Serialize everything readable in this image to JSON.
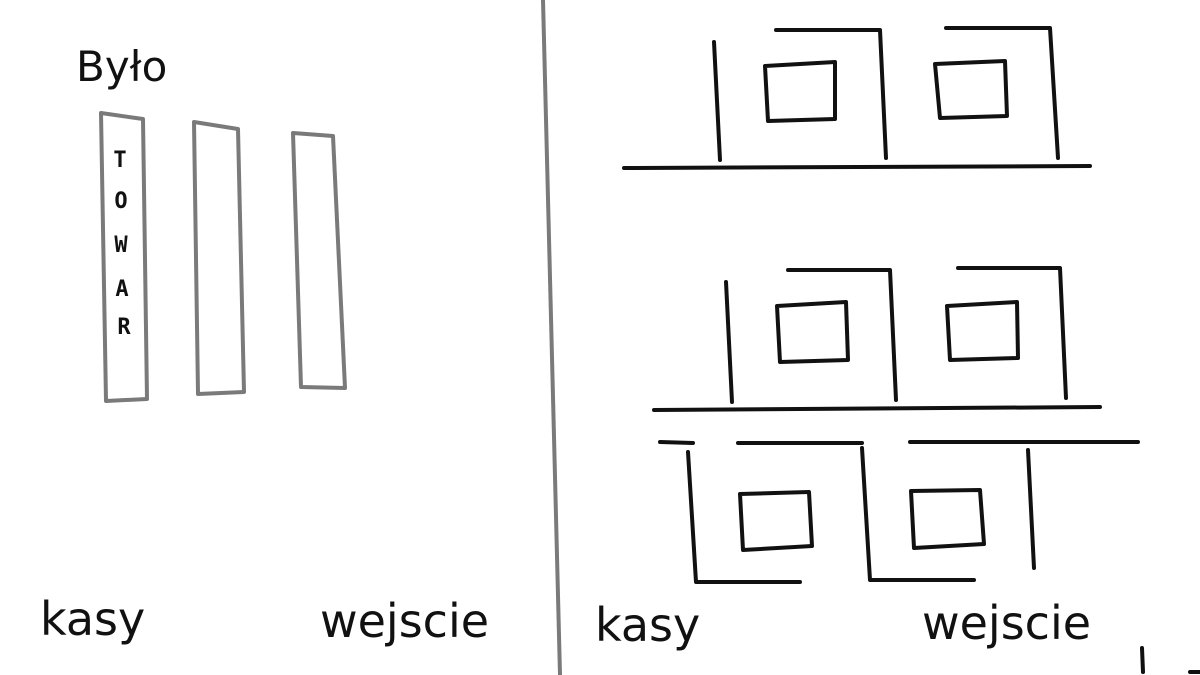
{
  "labels": {
    "before_title": "Było",
    "checkout_left": "kasy",
    "entrance_left": "wejscie",
    "checkout_right": "kasy",
    "entrance_right": "wejscie"
  },
  "shelf_text": [
    "T",
    "O",
    "W",
    "A",
    "R"
  ],
  "colors": {
    "ink": "#111111",
    "gray_ink": "#7a7a7a",
    "background": "#ffffff"
  }
}
